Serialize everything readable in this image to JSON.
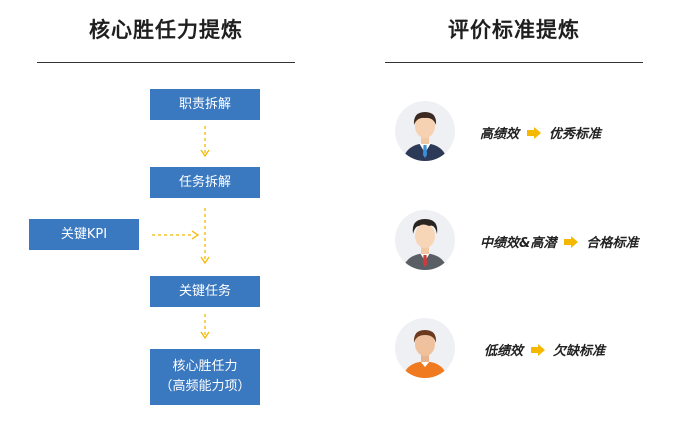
{
  "left": {
    "title": "核心胜任力提炼",
    "steps": [
      "职责拆解",
      "任务拆解",
      "关键任务"
    ],
    "final_line1": "核心胜任力",
    "final_line2": "（高频能力项）",
    "input_label": "关键KPI"
  },
  "right": {
    "title": "评价标准提炼",
    "rows": [
      {
        "from": "高绩效",
        "to": "优秀标准",
        "avatar": "business-man-avatar"
      },
      {
        "from": "中绩效&高潜",
        "to": "合格标准",
        "avatar": "young-man-avatar"
      },
      {
        "from": "低绩效",
        "to": "欠缺标准",
        "avatar": "casual-man-avatar"
      }
    ]
  },
  "colors": {
    "box": "#3a78c0",
    "arrow": "#f5b800",
    "dashed": "#f5b800"
  }
}
